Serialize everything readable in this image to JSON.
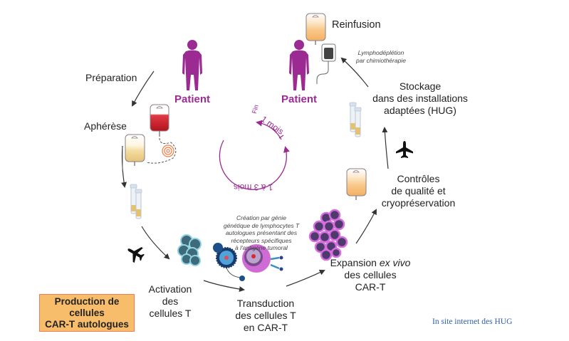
{
  "diagram": {
    "title_box": {
      "lines": [
        "Production de",
        "cellules",
        "CAR-T autologues"
      ],
      "fill": "#f8bd6b",
      "border": "#f07b55"
    },
    "steps": {
      "preparation": "Préparation",
      "apheresis": "Aphérèse",
      "activation": [
        "Activation",
        "des",
        "cellules T"
      ],
      "transduction": [
        "Transduction",
        "des cellules T",
        "en CAR-T"
      ],
      "expansion": {
        "prefix": "Expansion ",
        "italic": "ex vivo",
        "lines": [
          "des cellules",
          "CAR-T"
        ]
      },
      "quality": [
        "Contrôles",
        "de qualité et",
        "cryopréservation"
      ],
      "storage": [
        "Stockage",
        "dans des installations",
        "adaptées (HUG)"
      ],
      "reinfusion": "Reinfusion"
    },
    "notes": {
      "lymphodepletion": [
        "Lymphodéplétion",
        "par chimiothérapie"
      ],
      "genetic_engineering": [
        "Création par génie",
        "génétique de lymphocytes T",
        "autologues présentant des",
        "récepteurs spécifiques",
        "à l'antigène tumoral"
      ]
    },
    "patients": [
      "Patient",
      "Patient"
    ],
    "timeline": {
      "label_end": "Fin",
      "label_short": "1 mois",
      "label_long": "1 à 3 mois",
      "color": "#9b2a93"
    },
    "credit": "In site internet des HUG",
    "colors": {
      "patient": "#9b2a93",
      "arrow": "#333333",
      "credit": "#2d5da6"
    }
  }
}
